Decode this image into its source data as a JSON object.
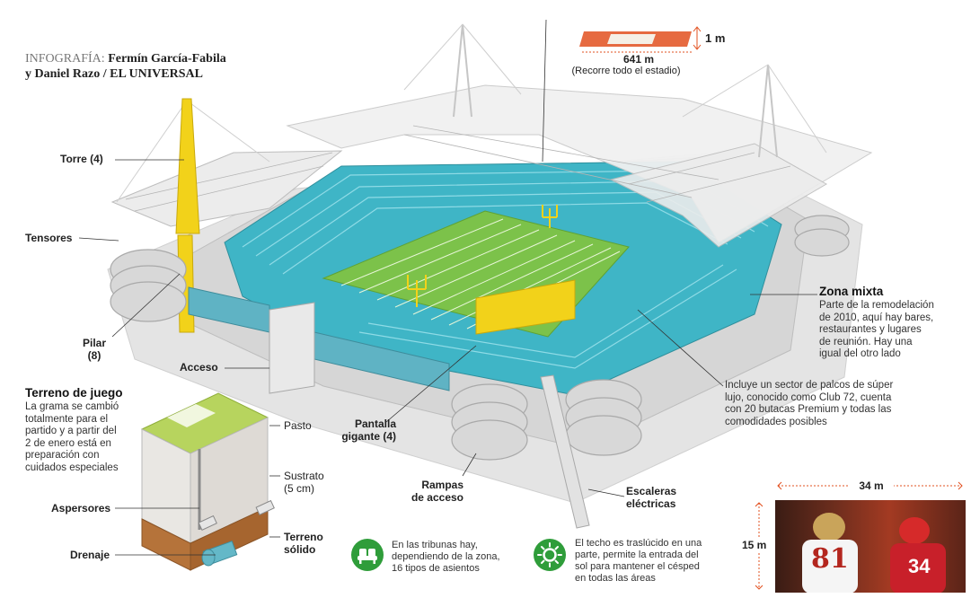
{
  "credit": {
    "prefix": "INFOGRAFÍA:",
    "line1": "Fermín García-Fabila",
    "line2": "y Daniel Razo / EL UNIVERSAL"
  },
  "length": {
    "value": "641 m",
    "note": "(Recorre todo el estadio)",
    "height": "1 m"
  },
  "labels": {
    "torre": "Torre (4)",
    "tensores": "Tensores",
    "pilar_1": "Pilar",
    "pilar_2": "(8)",
    "acceso": "Acceso",
    "pantalla_1": "Pantalla",
    "pantalla_2": "gigante (4)",
    "rampas_1": "Rampas",
    "rampas_2": "de acceso",
    "escaleras_1": "Escaleras",
    "escaleras_2": "eléctricas"
  },
  "zona_mixta": {
    "title": "Zona mixta",
    "lines": [
      "Parte de la remodelación",
      "de 2010, aquí hay bares,",
      "restaurantes y lugares",
      "de reunión. Hay una",
      "igual del otro lado"
    ]
  },
  "club": {
    "lines": [
      "Incluye un sector de palcos de súper",
      "lujo, conocido como Club 72, cuenta",
      "con 20 butacas Premium y todas las",
      "comodidades posibles"
    ]
  },
  "terreno": {
    "title": "Terreno de juego",
    "lines": [
      "La grama se cambió",
      "totalmente para el",
      "partido y a partir del",
      "2 de enero está en",
      "preparación con",
      "cuidados especiales"
    ],
    "pasto": "Pasto",
    "sustrato_1": "Sustrato",
    "sustrato_2": "(5 cm)",
    "aspersores": "Aspersores",
    "drenaje": "Drenaje",
    "solido_1": "Terreno",
    "solido_2": "sólido"
  },
  "seats_note": [
    "En las tribunas hay,",
    "dependiendo de la zona,",
    "16 tipos de asientos"
  ],
  "roof_note": [
    "El techo es traslúcido en una",
    "parte, permite la entrada del",
    "sol para mantener el césped",
    "en todas las áreas"
  ],
  "screen_dims": {
    "width": "34 m",
    "height": "15 m"
  },
  "photo": {
    "jersey_left": "81",
    "jersey_right": "34"
  },
  "icons": [
    "seat-icon",
    "sun-icon"
  ],
  "colors": {
    "seats": "#3fb5c6",
    "field": "#7cc24a",
    "screen": "#f2d21a",
    "concrete": "#c9c9c9",
    "badge": "#2f9d3a",
    "accent": "#e2501f"
  }
}
